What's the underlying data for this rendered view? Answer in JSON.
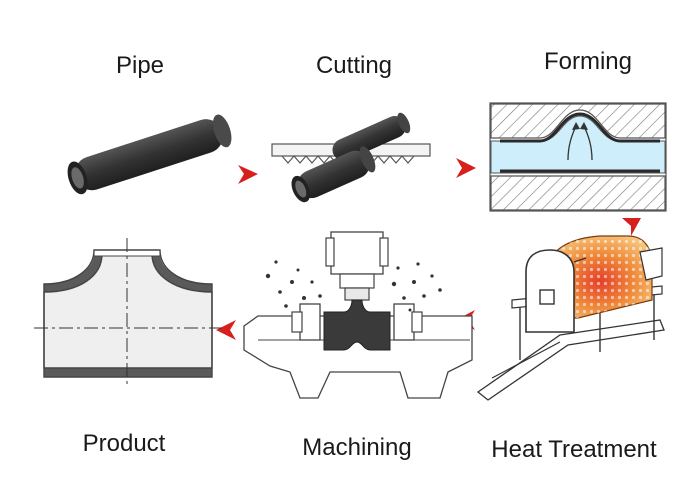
{
  "steps": [
    {
      "id": "pipe",
      "label": "Pipe"
    },
    {
      "id": "cutting",
      "label": "Cutting"
    },
    {
      "id": "forming",
      "label": "Forming"
    },
    {
      "id": "heat-treatment",
      "label": "Heat Treatment"
    },
    {
      "id": "machining",
      "label": "Machining"
    },
    {
      "id": "product",
      "label": "Product"
    }
  ],
  "colors": {
    "arrow": "#d7201d",
    "pipe": "#3a3a3a",
    "steel": "#8c8c8c",
    "die_fill": "#cdeefa",
    "heat": "#e8802a",
    "product_fill": "#efefef"
  }
}
